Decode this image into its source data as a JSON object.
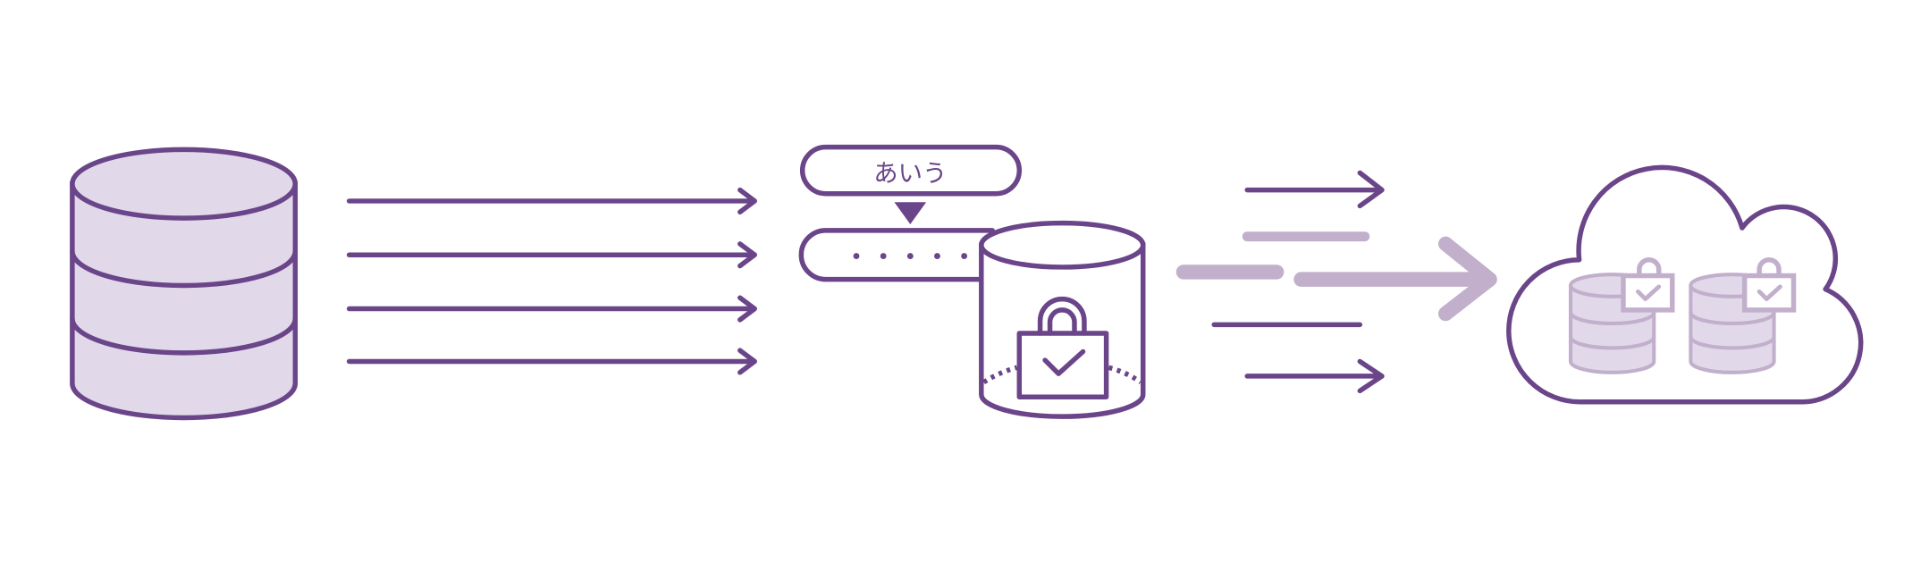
{
  "diagram": {
    "title_field_text": "あいう",
    "colors": {
      "primary": "#6b4589",
      "light": "#c2afcc",
      "fill": "#e1d9ea"
    },
    "nodes": [
      {
        "id": "source-database",
        "icon": "database-icon"
      },
      {
        "id": "encryption-step",
        "icon": "encrypted-database-icon"
      },
      {
        "id": "cloud-storage",
        "icon": "cloud-icon"
      }
    ]
  }
}
